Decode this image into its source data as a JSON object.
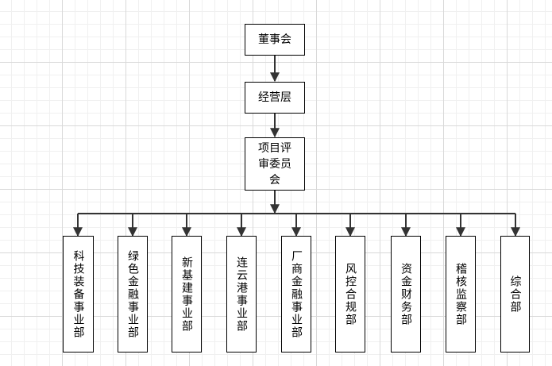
{
  "top": [
    "董事会",
    "经营层",
    "项目评审委员会"
  ],
  "departments": [
    "科技装备事业部",
    "绿色金融事业部",
    "新基建事业部",
    "连云港事业部",
    "厂商金融事业部",
    "风控合规部",
    "资金财务部",
    "稽核监察部",
    "综合部"
  ]
}
